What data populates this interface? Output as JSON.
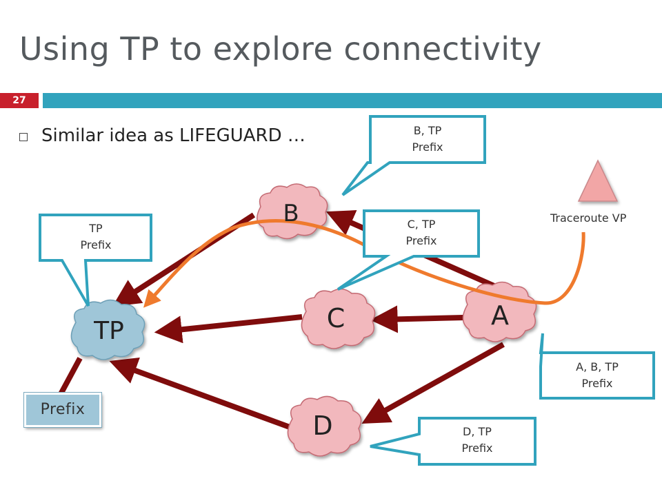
{
  "slide": {
    "title": "Using TP to explore connectivity",
    "number": "27",
    "bullet": "Similar idea as LIFEGUARD …"
  },
  "colors": {
    "accent_red": "#c8202c",
    "accent_teal": "#31a3bd",
    "edge": "#7f0c0c",
    "path": "#ef7a2d",
    "cloud_pink": "#f2b8bd",
    "cloud_blue": "#9fc6d8"
  },
  "nodes": {
    "tp": "TP",
    "a": "A",
    "b": "B",
    "c": "C",
    "d": "D",
    "prefix": "Prefix"
  },
  "vantage_point": {
    "label": "Traceroute VP",
    "icon": "triangle-icon"
  },
  "callouts": {
    "tp": [
      "TP",
      "Prefix"
    ],
    "b": [
      "B, TP",
      "Prefix"
    ],
    "c": [
      "C, TP",
      "Prefix"
    ],
    "a": [
      "A, B, TP",
      "Prefix"
    ],
    "d": [
      "D, TP",
      "Prefix"
    ]
  }
}
